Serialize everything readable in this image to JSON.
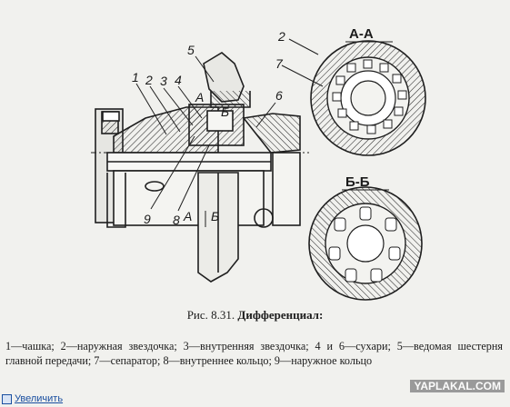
{
  "figure": {
    "caption_number": "Рис. 8.31.",
    "caption_title": "Дифференциал:",
    "legend": "1—чашка; 2—наружная звездочка; 3—внутренняя звездочка; 4 и 6—сухари; 5—ведомая шестерня главной передачи; 7—сепаратор;    8—внутреннее кольцо; 9—наружное кольцо"
  },
  "drawing": {
    "section_aa": "А-А",
    "section_bb": "Б-Б",
    "labels": {
      "n1": "1",
      "n2": "2",
      "n3": "3",
      "n4": "4",
      "n5": "5",
      "n6": "6",
      "n7": "7",
      "n8": "8",
      "n9": "9",
      "n2b": "2",
      "cut_a": "А",
      "cut_b": "Б",
      "cut_a_low": "А",
      "cut_b_low": "Б"
    }
  },
  "link": {
    "enlarge": "Увеличить"
  },
  "watermark": "YAPLAKAL.COM"
}
